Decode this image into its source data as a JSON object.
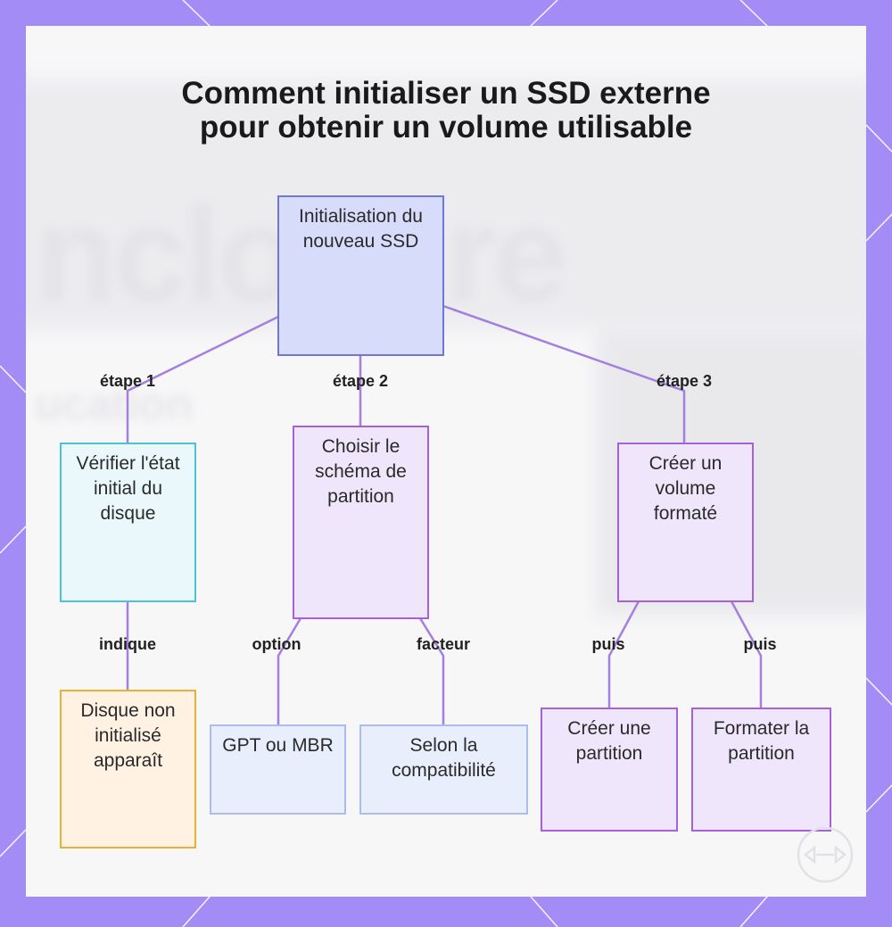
{
  "title": {
    "line1": "Comment initialiser un SSD externe",
    "line2": "pour obtenir un volume utilisable"
  },
  "background_text": {
    "word": "nclosure",
    "sub": "ucation"
  },
  "nodes": {
    "root": "Initialisation du nouveau SSD",
    "step1": "Vérifier l'état initial du disque",
    "step2": "Choisir le schéma de partition",
    "step3": "Créer un volume formaté",
    "result1": "Disque non initialisé apparaît",
    "option_gpt": "GPT ou MBR",
    "factor_compat": "Selon la compatibilité",
    "create_partition": "Créer une partition",
    "format_partition": "Formater la partition"
  },
  "edge_labels": {
    "step1": "étape 1",
    "step2": "étape 2",
    "step3": "étape 3",
    "indique": "indique",
    "option": "option",
    "facteur": "facteur",
    "puis_left": "puis",
    "puis_right": "puis"
  },
  "colors": {
    "frame": "#a48cf7",
    "connector": "#a47fe0",
    "root_fill": "#d8dcfb",
    "root_border": "#6f76d8",
    "cyan_border": "#4ec2d5",
    "purple_border": "#a461d8",
    "orange_border": "#e8b036",
    "blue_border": "#a9bdef"
  }
}
